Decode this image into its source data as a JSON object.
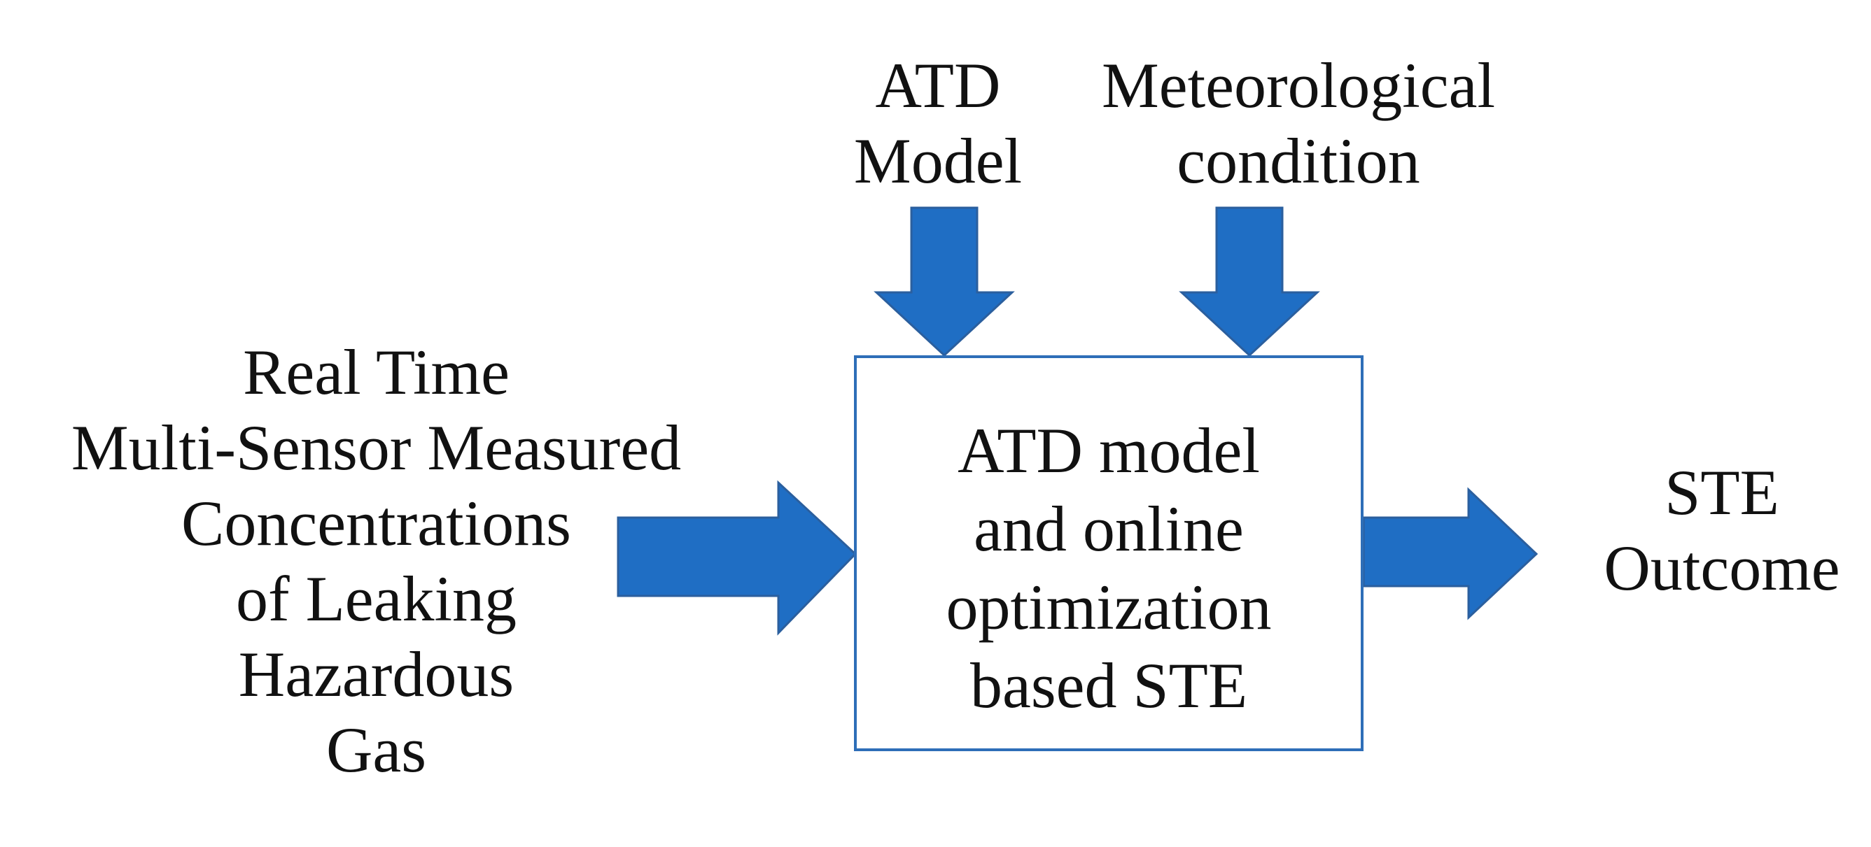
{
  "diagram": {
    "inputs_top": [
      {
        "id": "atd_model",
        "lines": [
          "ATD",
          "Model"
        ]
      },
      {
        "id": "meteorological",
        "lines": [
          "Meteorological",
          "condition"
        ]
      }
    ],
    "input_left": {
      "lines": [
        "Real Time",
        "Multi-Sensor Measured",
        "Concentrations",
        "of Leaking",
        "Hazardous",
        "Gas"
      ]
    },
    "process": {
      "lines": [
        "ATD model",
        "and online",
        "optimization",
        "based STE"
      ]
    },
    "output": {
      "lines": [
        "STE",
        "Outcome"
      ]
    },
    "colors": {
      "arrow_fill": "#1f6ec4",
      "arrow_stroke": "#2b5f9e",
      "box_border": "#2e6eb8",
      "text": "#111111"
    }
  }
}
